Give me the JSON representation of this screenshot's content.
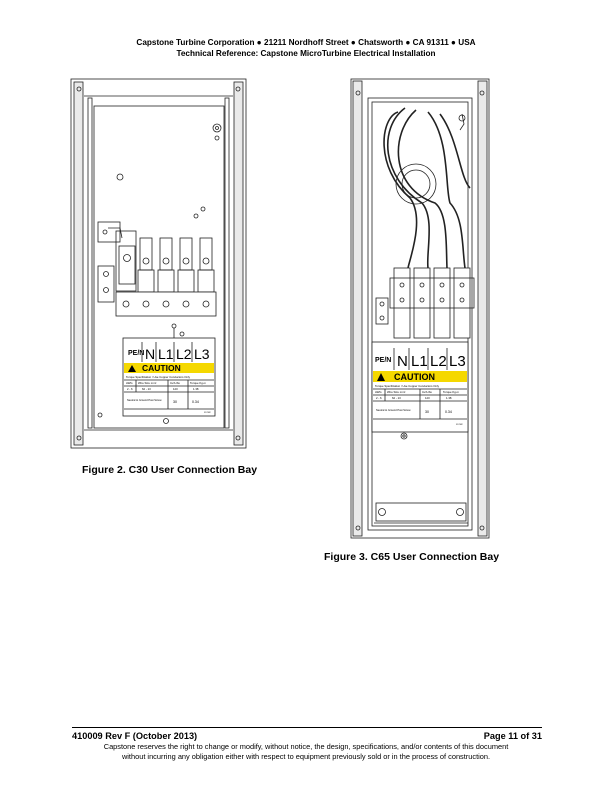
{
  "header": {
    "line1": "Capstone Turbine Corporation ● 21211 Nordhoff Street ● Chatsworth ● CA 91311 ● USA",
    "line2": "Technical Reference: Capstone MicroTurbine Electrical Installation"
  },
  "figures": [
    {
      "caption": "Figure 2.  C30 User Connection Bay",
      "label": {
        "terminals": [
          "PE/N",
          "N",
          "L1",
          "L2",
          "L3"
        ],
        "caution": "CAUTION",
        "torque_title": "Torque Specification / Use Copper Conductors Only",
        "col_headers": [
          "AWG",
          "Wire Size  mm²",
          "Inch-lbs",
          "Torque  Kg-m"
        ],
        "row1": [
          "2 - 6",
          "62 - 13",
          "120",
          "1.38"
        ],
        "neutral_label": "Neutral to Ground Post Screw",
        "neutral_vals": [
          "30",
          "0.34"
        ],
        "part_no": "517082"
      }
    },
    {
      "caption": "Figure 3.  C65 User Connection Bay",
      "label": {
        "terminals": [
          "PE/N",
          "N",
          "L1",
          "L2",
          "L3"
        ],
        "caution": "CAUTION",
        "torque_title": "Torque Specification / Use Copper Conductors Only",
        "col_headers": [
          "AWG",
          "Wire Size  mm²",
          "Inch-lbs",
          "Torque  Kg-m"
        ],
        "row1": [
          "2 - 6",
          "62 - 13",
          "120",
          "1.38"
        ],
        "neutral_label": "Neutral to Ground Post Screw",
        "neutral_vals": [
          "30",
          "0.34"
        ],
        "part_no": "517082"
      }
    }
  ],
  "footer": {
    "doc_id": "410009 Rev F (October 2013)",
    "page": "Page 11 of 31",
    "disclaimer_line1": "Capstone reserves the right to change or modify, without notice, the design, specifications, and/or contents of this document",
    "disclaimer_line2": "without incurring any obligation either with respect to equipment previously sold or in the process of construction."
  },
  "colors": {
    "caution_yellow": "#f5d800",
    "line": "#222222",
    "panel": "#ffffff",
    "shade": "#d8d8d8"
  }
}
